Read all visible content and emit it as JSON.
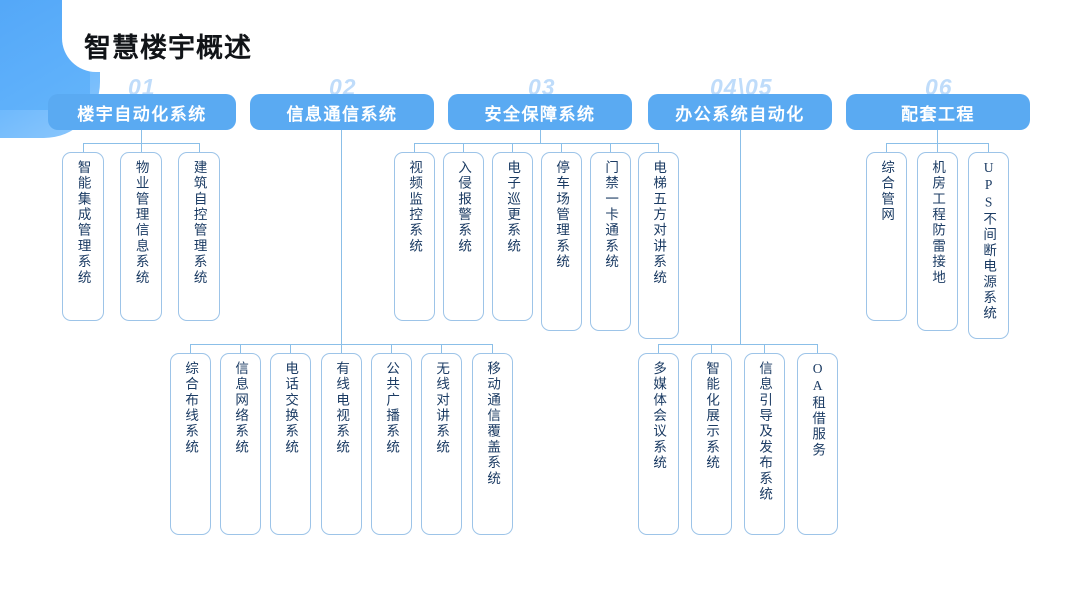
{
  "header": {
    "title": "智慧楼宇概述"
  },
  "colors": {
    "tab_blue": "#5aaaf2",
    "number_blue": "#bfdcfa",
    "box_border": "#9dc4e8",
    "box_text": "#1b3b63",
    "connector": "#8bbfe8",
    "corner_gradient_start": "#4da2f7",
    "corner_gradient_end": "#8fc9fd"
  },
  "groups": [
    {
      "number": "01",
      "label": "楼宇自动化系统",
      "items_top": [
        "智能集成管理系统",
        "物业管理信息系统",
        "建筑自控管理系统"
      ],
      "items_bottom": []
    },
    {
      "number": "02",
      "label": "信息通信系统",
      "items_top": [],
      "items_bottom": [
        "综合布线系统",
        "信息网络系统",
        "电话交换系统",
        "有线电视系统",
        "公共广播系统",
        "无线对讲系统",
        "移动通信覆盖系统"
      ]
    },
    {
      "number": "03",
      "label": "安全保障系统",
      "items_top": [
        "视频监控系统",
        "入侵报警系统",
        "电子巡更系统",
        "停车场管理系统",
        "门禁一卡通系统",
        "电梯五方对讲系统"
      ],
      "items_bottom": []
    },
    {
      "number": "04\\05",
      "label": "办公系统自动化",
      "items_top": [],
      "items_bottom": [
        "多媒体会议系统",
        "智能化展示系统",
        "信息引导及发布系统",
        "OA租借服务"
      ]
    },
    {
      "number": "06",
      "label": "配套工程",
      "items_top": [
        "综合管网",
        "机房工程防雷接地",
        "UPS不间断电源系统"
      ],
      "items_bottom": []
    }
  ]
}
